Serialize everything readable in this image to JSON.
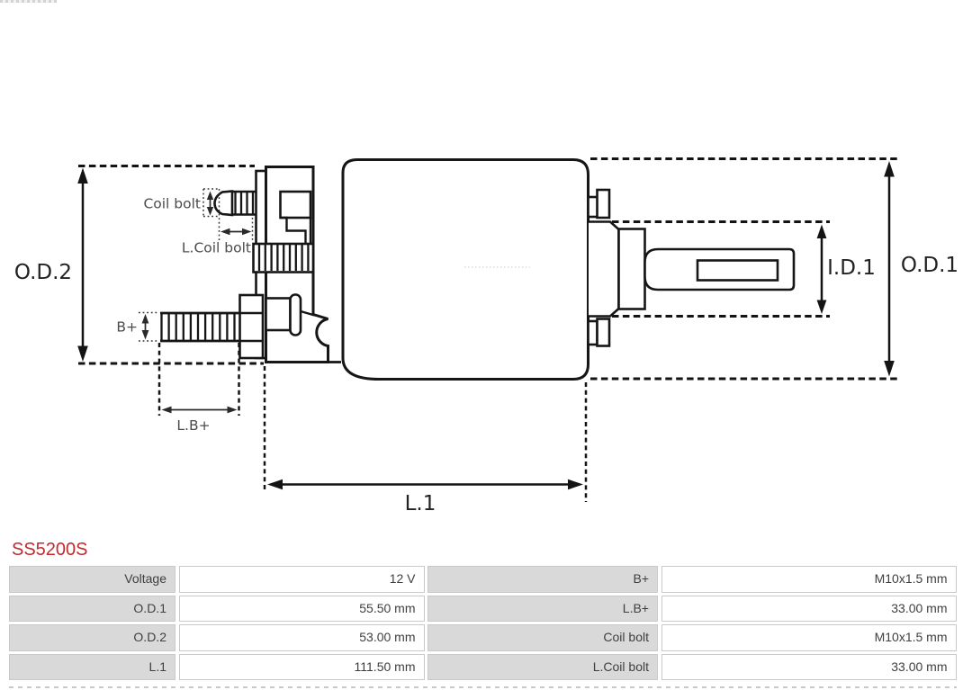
{
  "page": {
    "title": "SS5200S"
  },
  "diagram": {
    "labels": {
      "od2": "O.D.2",
      "od1": "O.D.1",
      "id1": "I.D.1",
      "l1": "L.1",
      "b_plus": "B+",
      "lb_plus": "L.B+",
      "coil_bolt": "Coil bolt",
      "l_coil_bolt": "L.Coil bolt"
    }
  },
  "table": {
    "rows": [
      {
        "label1": "Voltage",
        "value1": "12 V",
        "label2": "B+",
        "value2": "M10x1.5 mm"
      },
      {
        "label1": "O.D.1",
        "value1": "55.50 mm",
        "label2": "L.B+",
        "value2": "33.00 mm"
      },
      {
        "label1": "O.D.2",
        "value1": "53.00 mm",
        "label2": "Coil bolt",
        "value2": "M10x1.5 mm"
      },
      {
        "label1": "L.1",
        "value1": "111.50 mm",
        "label2": "L.Coil bolt",
        "value2": "33.00 mm"
      }
    ]
  }
}
